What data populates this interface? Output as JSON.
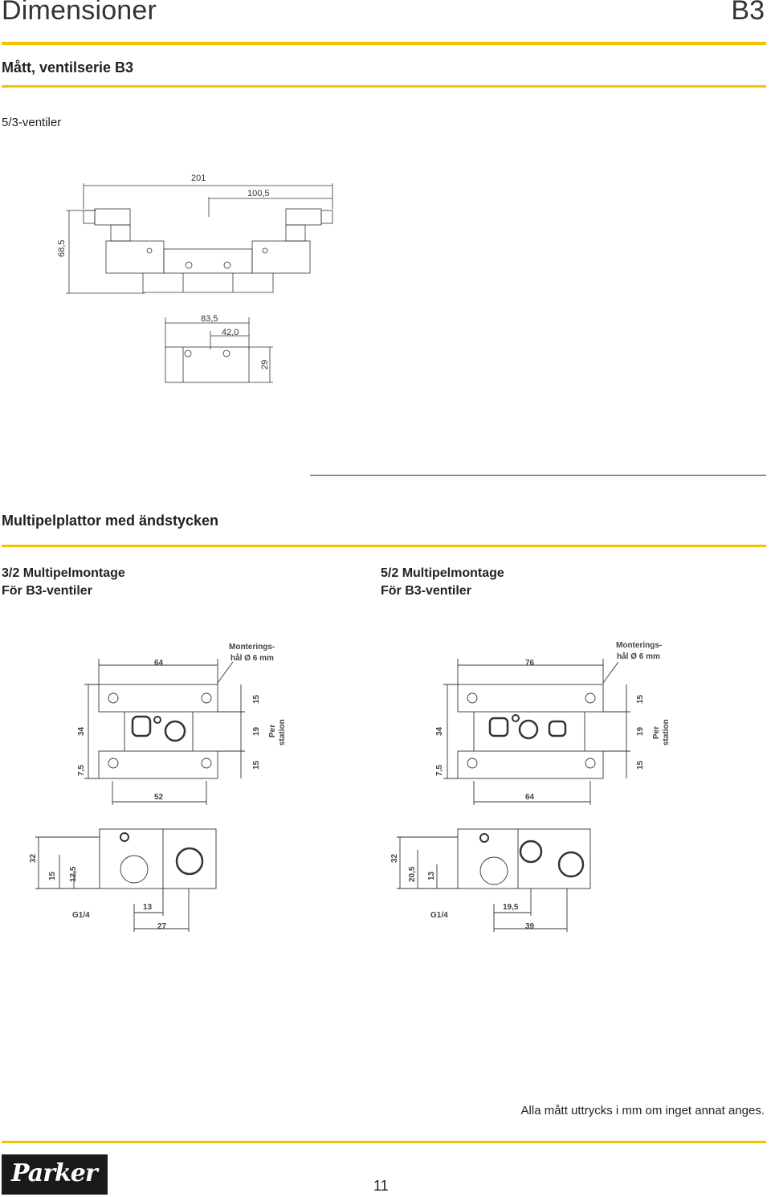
{
  "header": {
    "title": "Dimensioner",
    "code": "B3"
  },
  "section1": {
    "title": "Mått, ventilserie B3",
    "subtitle": "5/3-ventiler",
    "dims": {
      "total_length": "201",
      "half_length": "100,5",
      "height": "68,5",
      "body_length": "83,5",
      "body_half": "42,0",
      "body_height": "29"
    }
  },
  "section2": {
    "title": "Multipelplattor med ändstycken",
    "left": {
      "line1": "3/2 Multipelmontage",
      "line2": "För B3-ventiler",
      "dims": {
        "width": "64",
        "hole_label1": "Monterings-",
        "hole_label2": "hål Ø 6 mm",
        "v34": "34",
        "v75": "7,5",
        "v15a": "15",
        "v19": "19",
        "v15b": "15",
        "per1": "Per",
        "per2": "station",
        "bottom": "52",
        "side_32": "32",
        "side_15": "15",
        "side_125": "12,5",
        "thread": "G1/4",
        "d13": "13",
        "d27": "27"
      }
    },
    "right": {
      "line1": "5/2 Multipelmontage",
      "line2": "För B3-ventiler",
      "dims": {
        "width": "76",
        "hole_label1": "Monterings-",
        "hole_label2": "hål Ø 6 mm",
        "v34": "34",
        "v75": "7,5",
        "v15a": "15",
        "v19": "19",
        "v15b": "15",
        "per1": "Per",
        "per2": "station",
        "bottom": "64",
        "side_32": "32",
        "side_205": "20,5",
        "side_13": "13",
        "thread": "G1/4",
        "d195": "19,5",
        "d39": "39"
      }
    }
  },
  "footnote": "Alla mått uttrycks i mm om inget annat anges.",
  "page_number": "11",
  "logo_text": "Parker",
  "colors": {
    "accent": "#f3c300"
  }
}
